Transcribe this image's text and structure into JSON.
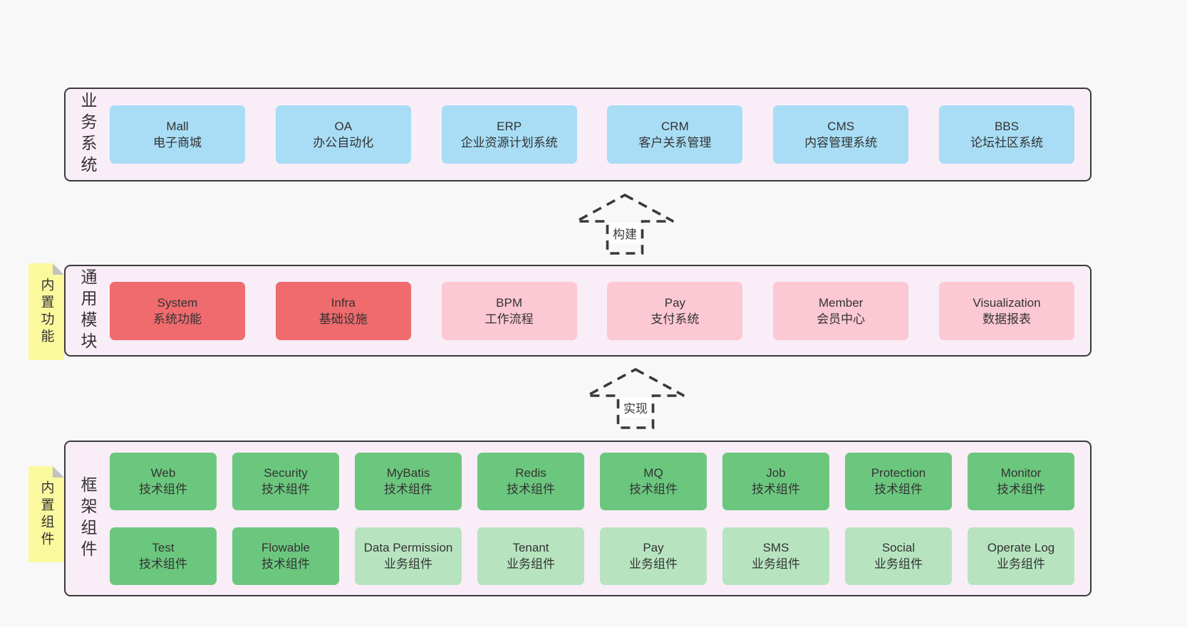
{
  "colors": {
    "pageBg": "#f8f8f8",
    "layerBg": "#f9edf7",
    "layerBorder": "#3a3a3a",
    "blue": "#a8ddf5",
    "red": "#ef6b6e",
    "pink": "#fcc8d4",
    "greenDark": "#6cc77e",
    "greenLight": "#b7e4bf",
    "noteYellow": "#fbf99e",
    "noteFold": "#c2c2c2",
    "text": "#333333"
  },
  "arrows": [
    {
      "label": "构建"
    },
    {
      "label": "实现"
    }
  ],
  "layers": [
    {
      "label": "业务系统",
      "boxes": [
        {
          "title": "Mall",
          "subtitle": "电子商城"
        },
        {
          "title": "OA",
          "subtitle": "办公自动化"
        },
        {
          "title": "ERP",
          "subtitle": "企业资源计划系统"
        },
        {
          "title": "CRM",
          "subtitle": "客户关系管理"
        },
        {
          "title": "CMS",
          "subtitle": "内容管理系统"
        },
        {
          "title": "BBS",
          "subtitle": "论坛社区系统"
        }
      ]
    },
    {
      "label": "通用模块",
      "note": "内置功能",
      "boxes": [
        {
          "title": "System",
          "subtitle": "系统功能"
        },
        {
          "title": "Infra",
          "subtitle": "基础设施"
        },
        {
          "title": "BPM",
          "subtitle": "工作流程"
        },
        {
          "title": "Pay",
          "subtitle": "支付系统"
        },
        {
          "title": "Member",
          "subtitle": "会员中心"
        },
        {
          "title": "Visualization",
          "subtitle": "数据报表"
        }
      ]
    },
    {
      "label": "框架组件",
      "note": "内置组件",
      "rows": [
        [
          {
            "title": "Web",
            "subtitle": "技术组件"
          },
          {
            "title": "Security",
            "subtitle": "技术组件"
          },
          {
            "title": "MyBatis",
            "subtitle": "技术组件"
          },
          {
            "title": "Redis",
            "subtitle": "技术组件"
          },
          {
            "title": "MQ",
            "subtitle": "技术组件"
          },
          {
            "title": "Job",
            "subtitle": "技术组件"
          },
          {
            "title": "Protection",
            "subtitle": "技术组件"
          },
          {
            "title": "Monitor",
            "subtitle": "技术组件"
          }
        ],
        [
          {
            "title": "Test",
            "subtitle": "技术组件"
          },
          {
            "title": "Flowable",
            "subtitle": "技术组件"
          },
          {
            "title": "Data Permission",
            "subtitle": "业务组件"
          },
          {
            "title": "Tenant",
            "subtitle": "业务组件"
          },
          {
            "title": "Pay",
            "subtitle": "业务组件"
          },
          {
            "title": "SMS",
            "subtitle": "业务组件"
          },
          {
            "title": "Social",
            "subtitle": "业务组件"
          },
          {
            "title": "Operate Log",
            "subtitle": "业务组件"
          }
        ]
      ]
    }
  ]
}
